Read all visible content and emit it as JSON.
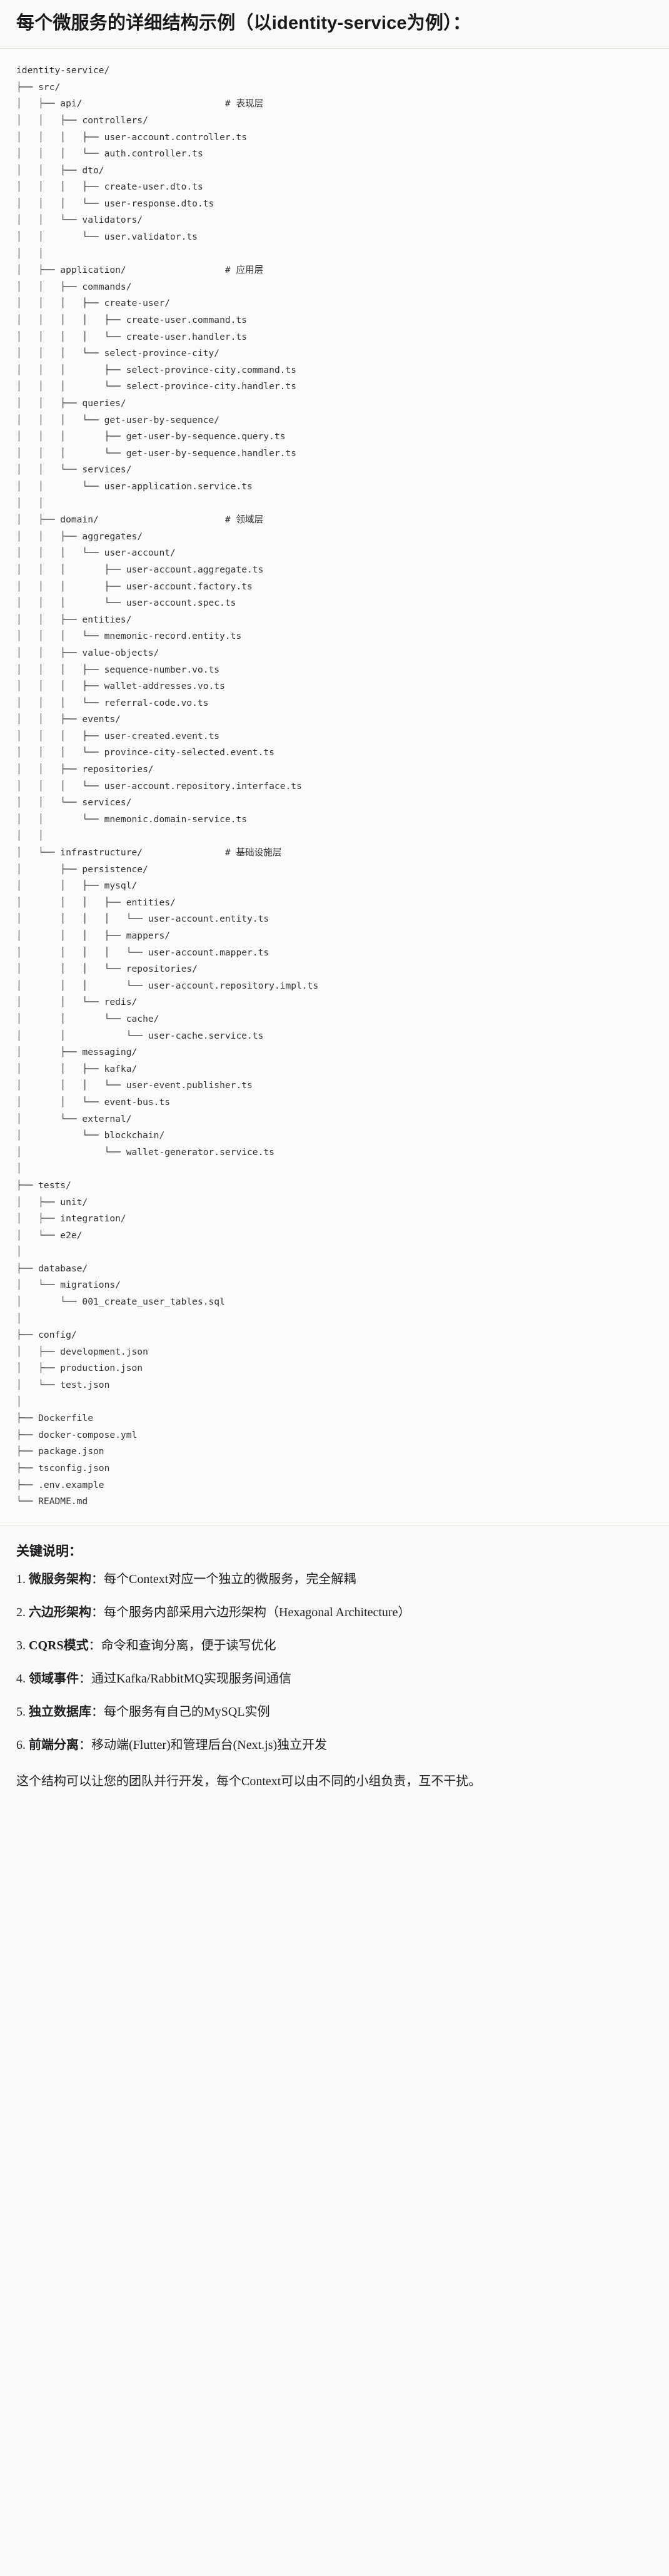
{
  "header": {
    "title": "每个微服务的详细结构示例（以identity-service为例）："
  },
  "tree": {
    "root": "identity-service/",
    "text": "identity-service/\n├── src/\n│   ├── api/                          # 表现层\n│   │   ├── controllers/\n│   │   │   ├── user-account.controller.ts\n│   │   │   └── auth.controller.ts\n│   │   ├── dto/\n│   │   │   ├── create-user.dto.ts\n│   │   │   └── user-response.dto.ts\n│   │   └── validators/\n│   │       └── user.validator.ts\n│   │\n│   ├── application/                  # 应用层\n│   │   ├── commands/\n│   │   │   ├── create-user/\n│   │   │   │   ├── create-user.command.ts\n│   │   │   │   └── create-user.handler.ts\n│   │   │   └── select-province-city/\n│   │   │       ├── select-province-city.command.ts\n│   │   │       └── select-province-city.handler.ts\n│   │   ├── queries/\n│   │   │   └── get-user-by-sequence/\n│   │   │       ├── get-user-by-sequence.query.ts\n│   │   │       └── get-user-by-sequence.handler.ts\n│   │   └── services/\n│   │       └── user-application.service.ts\n│   │\n│   ├── domain/                       # 领域层\n│   │   ├── aggregates/\n│   │   │   └── user-account/\n│   │   │       ├── user-account.aggregate.ts\n│   │   │       ├── user-account.factory.ts\n│   │   │       └── user-account.spec.ts\n│   │   ├── entities/\n│   │   │   └── mnemonic-record.entity.ts\n│   │   ├── value-objects/\n│   │   │   ├── sequence-number.vo.ts\n│   │   │   ├── wallet-addresses.vo.ts\n│   │   │   └── referral-code.vo.ts\n│   │   ├── events/\n│   │   │   ├── user-created.event.ts\n│   │   │   └── province-city-selected.event.ts\n│   │   ├── repositories/\n│   │   │   └── user-account.repository.interface.ts\n│   │   └── services/\n│   │       └── mnemonic.domain-service.ts\n│   │\n│   └── infrastructure/               # 基础设施层\n│       ├── persistence/\n│       │   ├── mysql/\n│       │   │   ├── entities/\n│       │   │   │   └── user-account.entity.ts\n│       │   │   ├── mappers/\n│       │   │   │   └── user-account.mapper.ts\n│       │   │   └── repositories/\n│       │   │       └── user-account.repository.impl.ts\n│       │   └── redis/\n│       │       └── cache/\n│       │           └── user-cache.service.ts\n│       ├── messaging/\n│       │   ├── kafka/\n│       │   │   └── user-event.publisher.ts\n│       │   └── event-bus.ts\n│       └── external/\n│           └── blockchain/\n│               └── wallet-generator.service.ts\n│\n├── tests/\n│   ├── unit/\n│   ├── integration/\n│   └── e2e/\n│\n├── database/\n│   └── migrations/\n│       └── 001_create_user_tables.sql\n│\n├── config/\n│   ├── development.json\n│   ├── production.json\n│   └── test.json\n│\n├── Dockerfile\n├── docker-compose.yml\n├── package.json\n├── tsconfig.json\n├── .env.example\n└── README.md",
    "layer_comments": [
      "# 表现层",
      "# 应用层",
      "# 领域层",
      "# 基础设施层"
    ]
  },
  "notes": {
    "title": "关键说明：",
    "items": [
      {
        "term": "微服务架构",
        "sep": "：",
        "desc": "每个Context对应一个独立的微服务，完全解耦"
      },
      {
        "term": "六边形架构",
        "sep": "：",
        "desc": "每个服务内部采用六边形架构（Hexagonal Architecture）"
      },
      {
        "term": "CQRS模式",
        "sep": "：",
        "desc": "命令和查询分离，便于读写优化"
      },
      {
        "term": "领域事件",
        "sep": "：",
        "desc": "通过Kafka/RabbitMQ实现服务间通信"
      },
      {
        "term": "独立数据库",
        "sep": "：",
        "desc": "每个服务有自己的MySQL实例"
      },
      {
        "term": "前端分离",
        "sep": "：",
        "desc": "移动端(Flutter)和管理后台(Next.js)独立开发"
      }
    ],
    "closing": "这个结构可以让您的团队并行开发，每个Context可以由不同的小组负责，互不干扰。"
  },
  "colors": {
    "page_bg": "#faf9f7",
    "code_bg": "#fbfbfa",
    "text": "#1f2023",
    "code_text": "#2f3338",
    "rule": "#e3e1dc"
  }
}
